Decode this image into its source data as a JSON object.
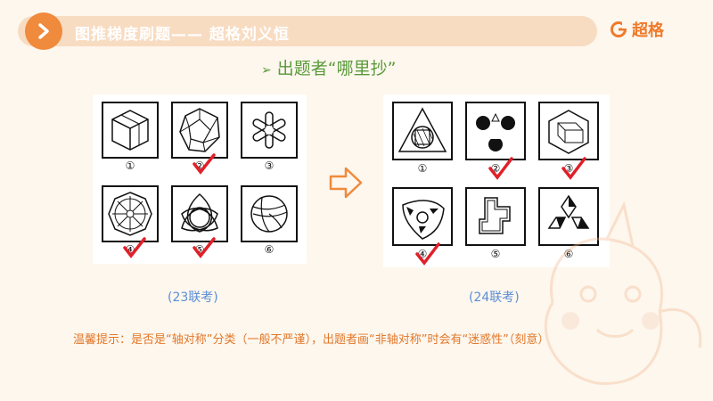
{
  "header": {
    "title": "图推梯度刷题—— 超格刘义恒",
    "brand": "超格",
    "icons": [
      "chevron-right-icon",
      "brand-logo-icon"
    ]
  },
  "subtitle": "出题者“哪里抄”",
  "left_set": {
    "numbers": [
      "①",
      "②",
      "③",
      "④",
      "⑤",
      "⑥"
    ],
    "checked": [
      2,
      4,
      5
    ],
    "caption": "(23联考)"
  },
  "right_set": {
    "numbers": [
      "①",
      "②",
      "③",
      "④",
      "⑤",
      "⑥"
    ],
    "checked": [
      2,
      3,
      4
    ],
    "caption": "(24联考)"
  },
  "tip": "温馨提示：是否是“轴对称”分类（一般不严谨），出题者画“非轴对称”时会有“迷惑性”（刻意）",
  "colors": {
    "accent": "#f08a3c",
    "banner": "#f8dcc2",
    "green": "#5a9a3a",
    "caption": "#5b8ed6",
    "tip": "#e2782a",
    "check": "#e0202a"
  }
}
